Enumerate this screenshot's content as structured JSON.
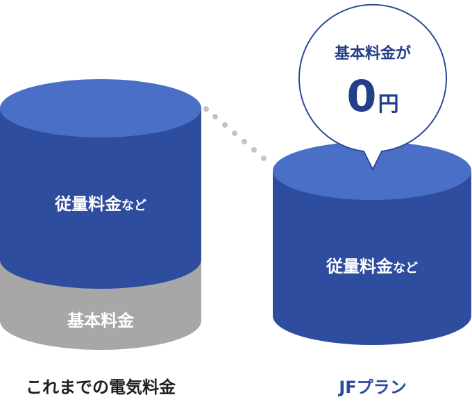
{
  "left_cylinder": {
    "top_segment_label_main": "従量料金",
    "top_segment_label_suffix": "など",
    "bottom_segment_label": "基本料金",
    "caption": "これまでの電気料金"
  },
  "right_cylinder": {
    "segment_label_main": "従量料金",
    "segment_label_suffix": "など",
    "caption": "JFプラン"
  },
  "callout": {
    "line1": "基本料金が",
    "value": "0",
    "unit": "円"
  },
  "colors": {
    "cylinder_side": "#2f4d9e",
    "cylinder_top": "#4a6fc6",
    "base_side": "#a7a7a7",
    "base_top": "#bdbdbd",
    "callout_border": "#2c4a9a",
    "callout_text": "#233e8a",
    "caption_left": "#1f1f1f",
    "caption_right": "#2b4a9f",
    "dots": "#c4c4c4"
  }
}
